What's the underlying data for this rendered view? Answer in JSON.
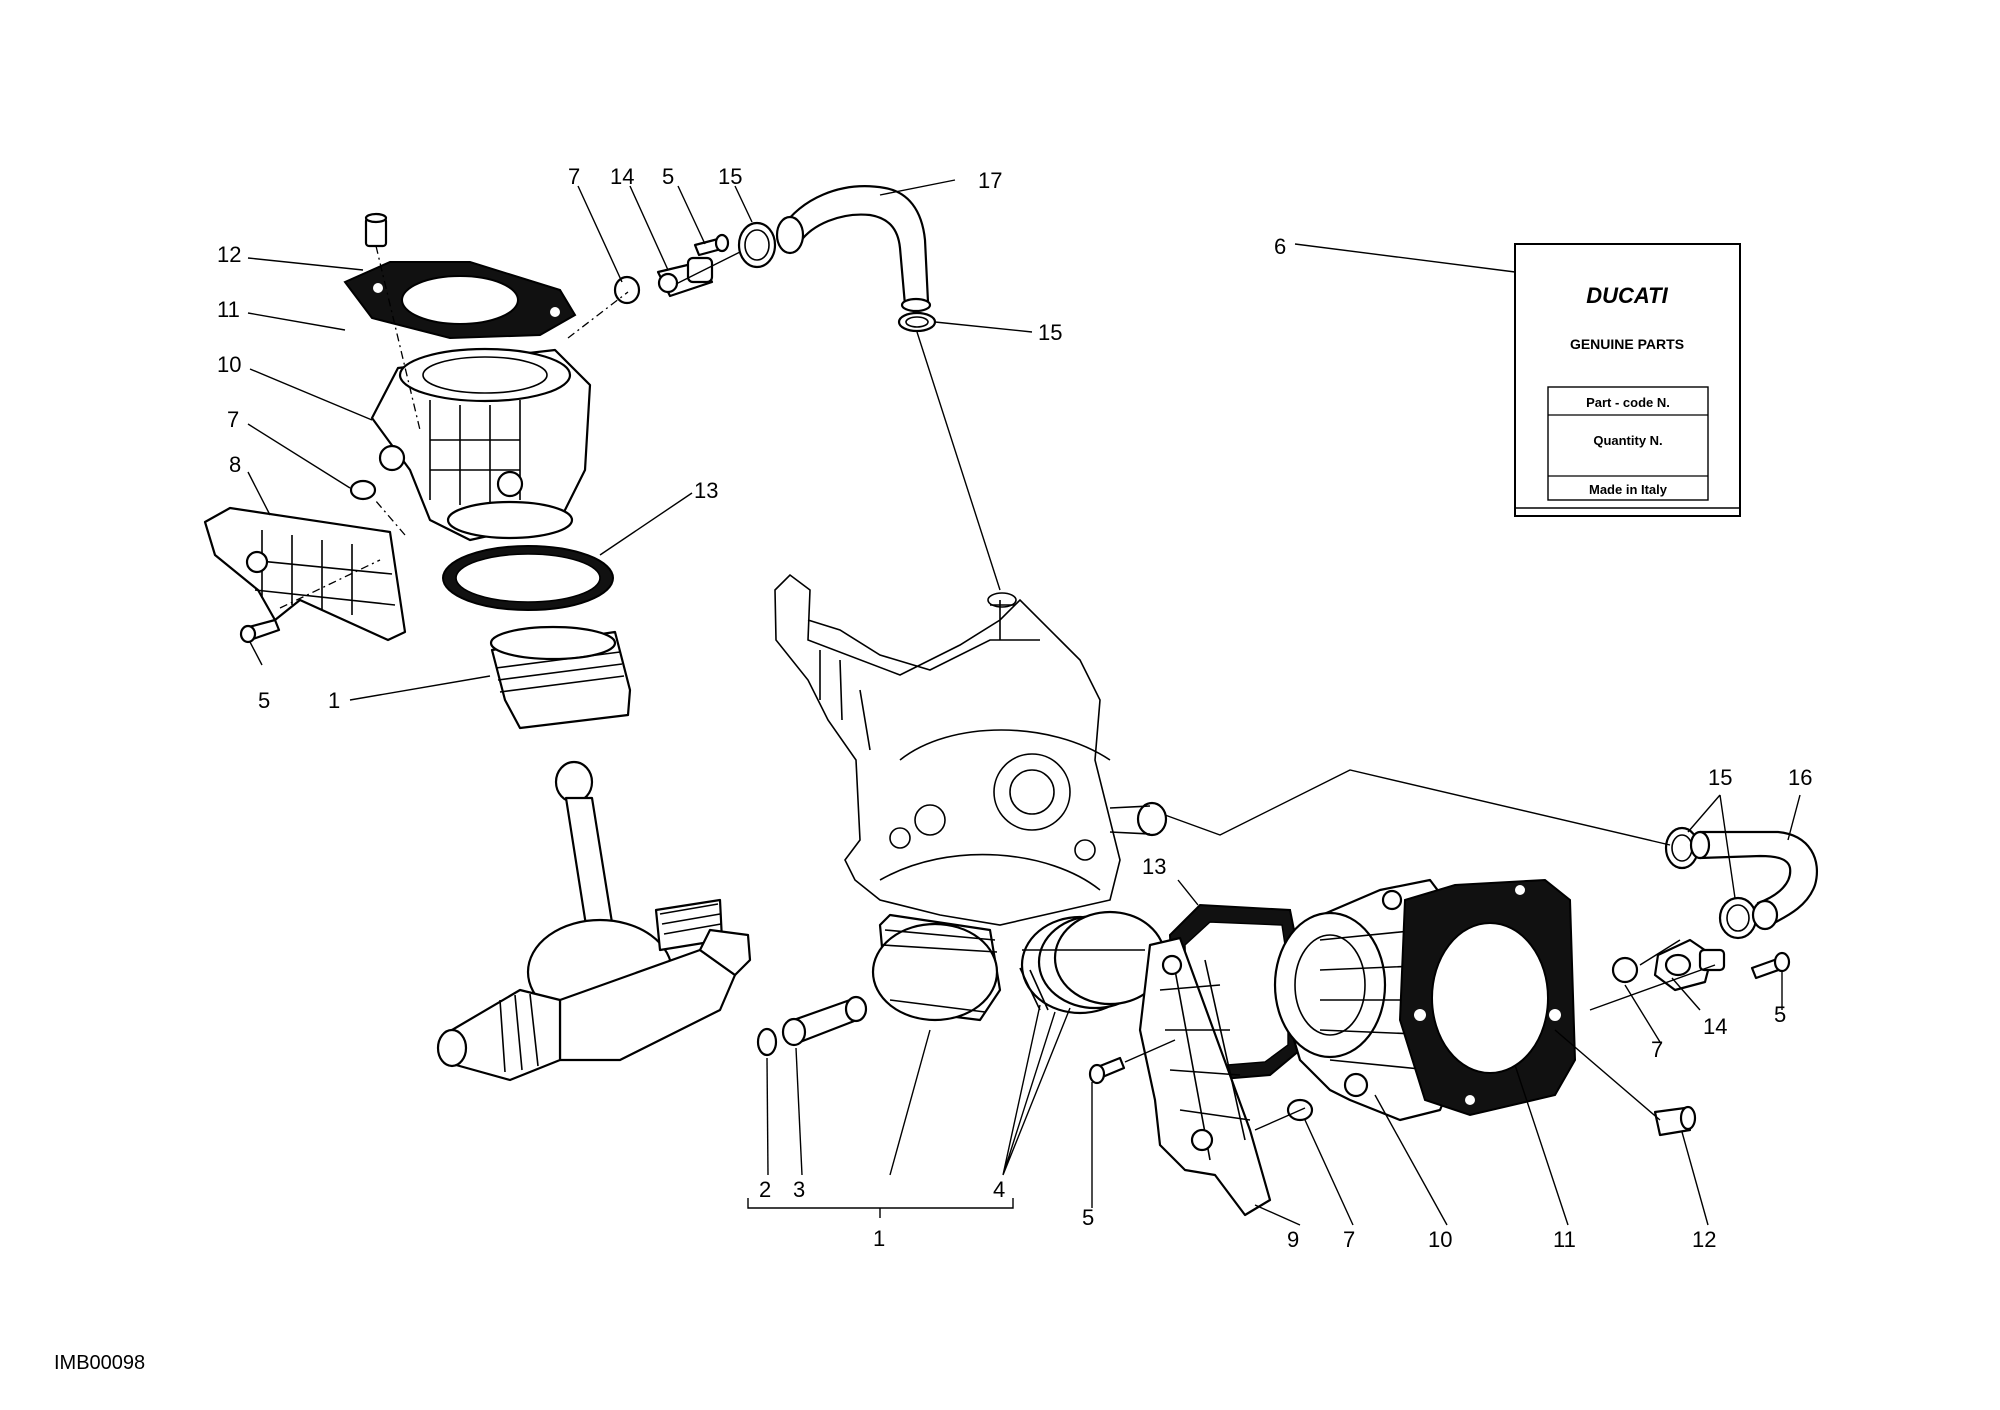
{
  "diagram": {
    "image_code": "IMB00098",
    "labels_left_assembly": [
      "12",
      "11",
      "10",
      "7",
      "8",
      "5",
      "1",
      "7",
      "14",
      "5",
      "15",
      "13"
    ],
    "labels_top": [
      "17",
      "15"
    ],
    "labels_right_assembly": [
      "15",
      "16",
      "13",
      "14",
      "5",
      "7"
    ],
    "labels_bottom": [
      "2",
      "3",
      "4",
      "1",
      "5",
      "9",
      "7",
      "10",
      "11",
      "12"
    ],
    "label_card": "6"
  },
  "card": {
    "brand": "DUCATI",
    "heading": "GENUINE PARTS",
    "row1": "Part - code N.",
    "row2": "Quantity N.",
    "row3": "Made in Italy"
  }
}
